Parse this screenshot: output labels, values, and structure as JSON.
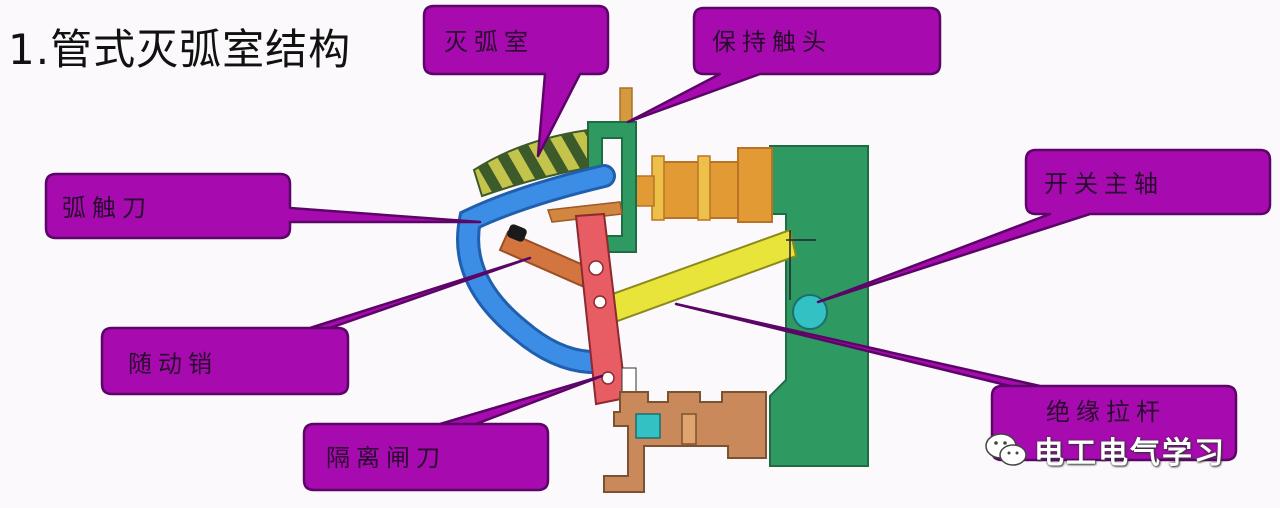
{
  "title": "1.管式灭弧室结构",
  "labels": {
    "arc_chamber": "灭弧室",
    "holding_contact": "保持触头",
    "arc_contact_blade": "弧触刀",
    "switch_main_shaft": "开关主轴",
    "follower_pin": "随动销",
    "insulating_rod": "绝缘拉杆",
    "isolating_blade": "隔离闸刀"
  },
  "watermark": "电工电气学习",
  "colors": {
    "callout_fill": "#a70bb0",
    "callout_stroke": "#5b0566",
    "frame_green": "#2e9960",
    "orange": "#e29a34",
    "blue": "#3b8de6",
    "yellow": "#e9e43a",
    "red_blade": "#e85c63",
    "brown_link": "#d2753f",
    "tan_base": "#c9895a",
    "cyan": "#33c1c4"
  }
}
